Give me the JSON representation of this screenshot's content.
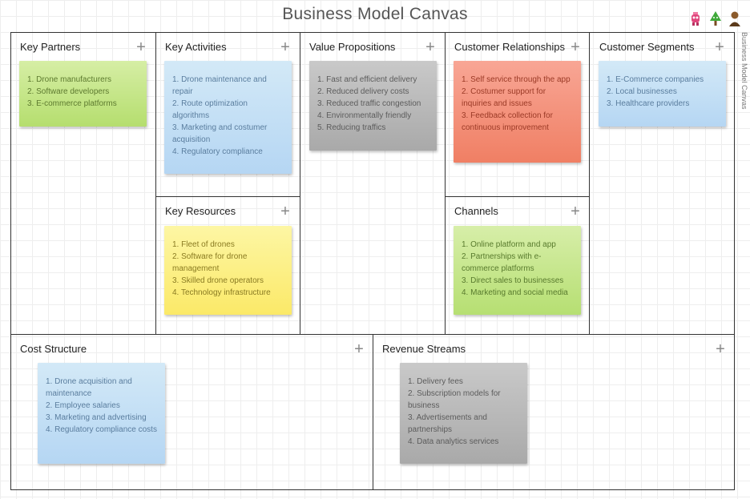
{
  "board": {
    "title": "Business Model Canvas",
    "side_label": "Business Model Canvas",
    "plus_glyph": "+"
  },
  "sections": {
    "key_partners": {
      "title": "Key Partners",
      "items": [
        "1. Drone manufacturers",
        "2. Software developers",
        "3. E-commerce platforms"
      ]
    },
    "key_activities": {
      "title": "Key Activities",
      "items": [
        "1. Drone maintenance and repair",
        "2. Route optimization algorithms",
        "3. Marketing and costumer acquisition",
        "4. Regulatory compliance"
      ]
    },
    "key_resources": {
      "title": "Key Resources",
      "items": [
        "1. Fleet of drones",
        "2. Software for drone management",
        "3. Skilled drone operators",
        "4. Technology infrastructure"
      ]
    },
    "value_propositions": {
      "title": "Value Propositions",
      "items": [
        "1. Fast and efficient delivery",
        "2. Reduced delivery costs",
        "3. Reduced traffic congestion",
        "4. Environmentally friendly",
        "5. Reducing traffics"
      ]
    },
    "customer_relationships": {
      "title": "Customer Relationships",
      "items": [
        "1. Self service through the app",
        "2. Costumer support for inquiries and issues",
        "3. Feedback collection for continuous improvement"
      ]
    },
    "channels": {
      "title": "Channels",
      "items": [
        "1. Online platform and app",
        "2. Partnerships with e-commerce platforms",
        "3. Direct sales to businesses",
        "4. Marketing and social media"
      ]
    },
    "customer_segments": {
      "title": "Customer Segments",
      "items": [
        "1. E-Commerce companies",
        "2. Local businesses",
        "3. Healthcare providers"
      ]
    },
    "cost_structure": {
      "title": "Cost Structure",
      "items": [
        "1. Drone acquisition and maintenance",
        "2. Employee salaries",
        "3. Marketing and advertising",
        "4. Regulatory compliance costs"
      ]
    },
    "revenue_streams": {
      "title": "Revenue Streams",
      "items": [
        "1. Delivery fees",
        "2. Subscription models for business",
        "3. Advertisements and partnerships",
        "4. Data analytics services"
      ]
    }
  },
  "collaborators": [
    {
      "icon": "pink-creature-avatar",
      "color": "#e0467c"
    },
    {
      "icon": "green-tree-avatar",
      "color": "#3fa93a"
    },
    {
      "icon": "brown-person-avatar",
      "color": "#8b5a2b"
    }
  ]
}
